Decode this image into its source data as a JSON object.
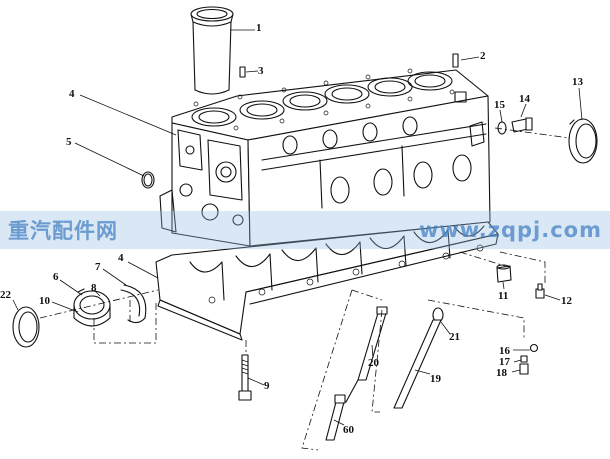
{
  "callouts": [
    {
      "id": "c1",
      "label": "1"
    },
    {
      "id": "c2",
      "label": "2"
    },
    {
      "id": "c3",
      "label": "3"
    },
    {
      "id": "c4a",
      "label": "4"
    },
    {
      "id": "c4b",
      "label": "4"
    },
    {
      "id": "c5",
      "label": "5"
    },
    {
      "id": "c6",
      "label": "6"
    },
    {
      "id": "c7",
      "label": "7"
    },
    {
      "id": "c8",
      "label": "8"
    },
    {
      "id": "c9",
      "label": "9"
    },
    {
      "id": "c10",
      "label": "10"
    },
    {
      "id": "c11",
      "label": "11"
    },
    {
      "id": "c12",
      "label": "12"
    },
    {
      "id": "c13",
      "label": "13"
    },
    {
      "id": "c14",
      "label": "14"
    },
    {
      "id": "c15",
      "label": "15"
    },
    {
      "id": "c16",
      "label": "16"
    },
    {
      "id": "c17",
      "label": "17"
    },
    {
      "id": "c18",
      "label": "18"
    },
    {
      "id": "c19",
      "label": "19"
    },
    {
      "id": "c20",
      "label": "20"
    },
    {
      "id": "c21",
      "label": "21"
    },
    {
      "id": "c22",
      "label": "22"
    },
    {
      "id": "c60",
      "label": "60"
    }
  ],
  "watermark": {
    "left": "重汽配件网",
    "right": "www.zqpj.com"
  },
  "colors": {
    "line": "#111111",
    "watermark_band": "#96bee1",
    "watermark_text": "#4682c3"
  }
}
